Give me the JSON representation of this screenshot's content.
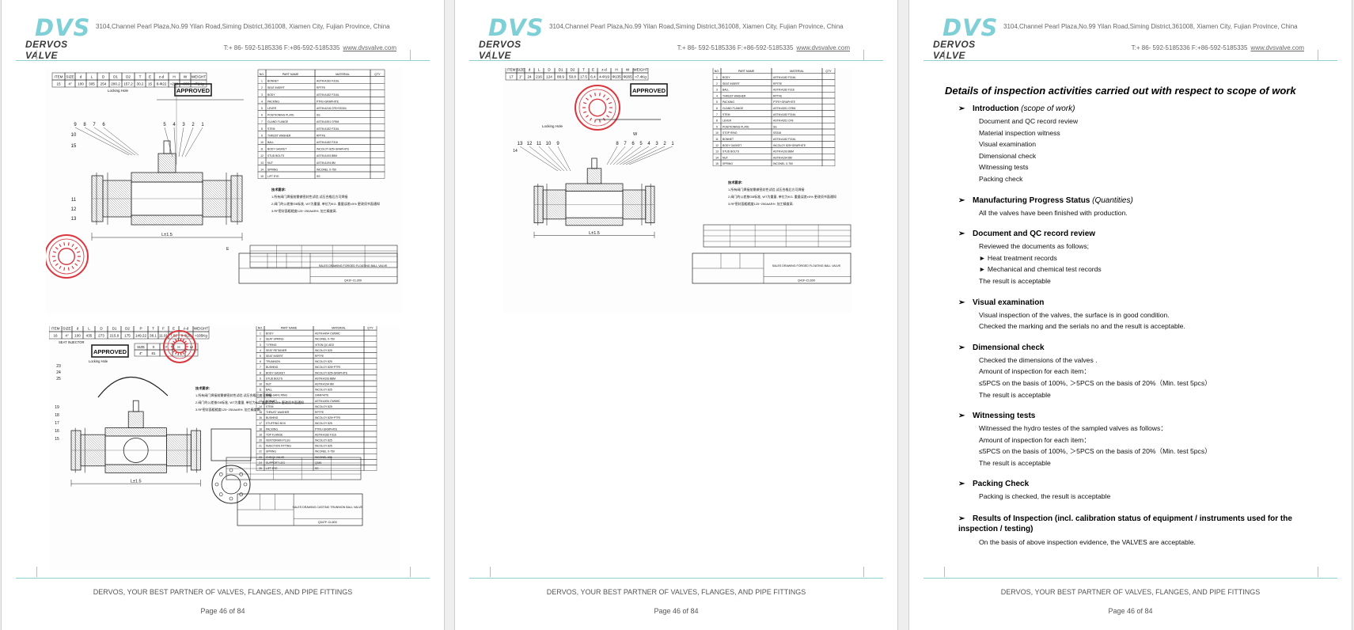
{
  "header": {
    "logo_mark": "DVS",
    "logo_sub": "DERVOS VALVE",
    "address": "3104,Channel Pearl Plaza,No.99 Yilan Road,Siming District,361008, Xiamen City, Fujian Province, China",
    "phone": "T:+ 86- 592-5185336 F:+86-592-5185335",
    "website": "www.dvsvalve.com"
  },
  "footer": {
    "slogan": "DERVOS, YOUR BEST PARTNER OF VALVES, FLANGES, AND PIPE FITTINGS",
    "page_label": "Page 46 of 84"
  },
  "drawings": {
    "approved_stamp": "APPROVED",
    "locking_hole": "Locking Hole",
    "seat_injector": "SEAT INJECTOR",
    "notes_title": "技术要求:",
    "note1": "1.所有阀门焊接前需做密封性试验,试压合格后方可焊接",
    "note2": "2.阀门的公差按GB标准,  WT为重量,  单位为KG. 重量误差±5%  更改须书面通知",
    "note3": "3.RF密封面粗糙度125~250AARH. 加工精度高.",
    "dim_total": "L±1.5",
    "parts_headers": [
      "NO.",
      "PART NAME",
      "MATERIAL",
      "QTY"
    ],
    "drawing1": {
      "dims_headers": [
        "ITEM",
        "SIZE",
        "d",
        "L",
        "D",
        "D1",
        "D2",
        "T",
        "E",
        "z-d",
        "H",
        "W",
        "WEIGHT"
      ],
      "dims_values": [
        "15",
        "4\"",
        "100",
        "305",
        "254",
        "200.2",
        "157.2",
        "30.2",
        "15",
        "8-Φ22",
        "≈220",
        "≈800",
        "≈71Kg"
      ],
      "parts": [
        [
          "1",
          "BONNET",
          "ASTM A182 F316L"
        ],
        [
          "2",
          "SEAT INSERT",
          "RPTFE"
        ],
        [
          "3",
          "BODY",
          "ASTM A182 F316L"
        ],
        [
          "4",
          "PACKING",
          "PTFE+GRAPHITE"
        ],
        [
          "5",
          "LEVER",
          "ASTM A216 CF8+SS304"
        ],
        [
          "6",
          "POSITIONING PLATE",
          "SS"
        ],
        [
          "7",
          "GLAND FLANGE",
          "ASTM A351 CF8M"
        ],
        [
          "8",
          "STEM",
          "ASTM A182 F316L"
        ],
        [
          "9",
          "THRUST WASHER",
          "RPTFE"
        ],
        [
          "10",
          "BALL",
          "ASTM A182 F316"
        ],
        [
          "11",
          "BODY GASKET",
          "INCOLOY 825+GRAPHITE"
        ],
        [
          "12",
          "STUD BOLTS",
          "ASTM A193 B8M"
        ],
        [
          "13",
          "NUT",
          "ASTM A194 8M"
        ],
        [
          "14",
          "SPRING",
          "INCONEL X-750"
        ],
        [
          "15",
          "LIFT EYE",
          "SS"
        ]
      ],
      "title_block": "SALES DRAWING  FORGED FLOATING BALL VALVE",
      "drawing_no": "Q41F-CL300"
    },
    "drawing2": {
      "dims_headers": [
        "ITEM",
        "SIZE",
        "d",
        "L",
        "D",
        "D1",
        "D2",
        "P",
        "T",
        "F",
        "E",
        "z-d",
        "WEIGHT"
      ],
      "dims_values": [
        "16",
        "4\"",
        "100",
        "435",
        "273",
        "215.9",
        "175",
        "149.22",
        "38.1",
        "11.91",
        "7.92",
        "8-Φ26",
        "≈195Kg"
      ],
      "size_headers": [
        "SIZE",
        "X",
        "Y",
        "H",
        "W"
      ],
      "size_values": [
        "4\"",
        "81",
        "",
        "",
        ""
      ],
      "parts": [
        [
          "1",
          "BODY",
          "ASTM A494 CW6MC"
        ],
        [
          "2",
          "SEAT SPRING",
          "INCONEL X-750"
        ],
        [
          "3",
          "\"O\"RING",
          "VITON QC AED"
        ],
        [
          "4",
          "SEAT RETAINER",
          "INCOLOY 825"
        ],
        [
          "5",
          "SEAT INSERT",
          "RPTFE"
        ],
        [
          "6",
          "TRUNNION",
          "INCOLOY 825"
        ],
        [
          "7",
          "BUSHING",
          "INCOLOY 825+PTFE"
        ],
        [
          "8",
          "BODY GASKET",
          "INCOLOY 825+GRAPHITE"
        ],
        [
          "9",
          "STUD BOLTS",
          "ASTM A193 B8M"
        ],
        [
          "10",
          "NUT",
          "ASTM A194 8M"
        ],
        [
          "11",
          "BALL",
          "INCOLOY 825"
        ],
        [
          "12",
          "FIRE-SAFE RING",
          "GRAPHITE"
        ],
        [
          "13",
          "BONNET",
          "ASTM A494 CW6MC"
        ],
        [
          "14",
          "STEM",
          "INCOLOY 825"
        ],
        [
          "15",
          "THRUST WASHER",
          "RPTFE"
        ],
        [
          "16",
          "BUSHING",
          "INCOLOY 825+PTFE"
        ],
        [
          "17",
          "STUFFING BOX",
          "INCOLOY 825"
        ],
        [
          "18",
          "PACKING",
          "PTFE+GRAPHITE"
        ],
        [
          "19",
          "TOP FLANGE",
          "ASTM A182 F316"
        ],
        [
          "20",
          "VENT/DRAIN PLUG",
          "INCOLOY 825"
        ],
        [
          "21",
          "INJECTION FITTING",
          "INCOLOY 825"
        ],
        [
          "22",
          "SPRING",
          "INCONEL X-750"
        ],
        [
          "23",
          "CHECK VALVE",
          "INCONEL 625"
        ],
        [
          "24",
          "SUPPORT LEG",
          "Q345"
        ],
        [
          "25",
          "LIFT EYE",
          "SS"
        ]
      ],
      "title_block": "SALES DRAWING  CASTING TRUNNION BALL VALVE",
      "drawing_no": "Q347F-CL600"
    },
    "drawing3": {
      "dims_headers": [
        "ITEM",
        "SIZE",
        "d",
        "L",
        "D",
        "D1",
        "D2",
        "T",
        "E",
        "z-d",
        "H",
        "W",
        "WEIGHT"
      ],
      "dims_values": [
        "17",
        "1\"",
        "24",
        "216",
        "124",
        "88.9",
        "50.8",
        "17.5",
        "6.4",
        "4-Φ19",
        "Φ135",
        "Φ265",
        "≈7.4Kg"
      ],
      "parts": [
        [
          "1",
          "BODY",
          "ASTM A182 F316L"
        ],
        [
          "2",
          "SEAT INSERT",
          "RPTFE"
        ],
        [
          "3",
          "BALL",
          "ASTM A182 F316"
        ],
        [
          "4",
          "THRUST WASHER",
          "RPTFE"
        ],
        [
          "5",
          "PACKING",
          "PTFE+GRAPHITE"
        ],
        [
          "6",
          "GLAND FLANGE",
          "ASTM A351 CF8M"
        ],
        [
          "7",
          "STEM",
          "ASTM A182 F316L"
        ],
        [
          "8",
          "LEVER",
          "ASTM A351 CF8"
        ],
        [
          "9",
          "POSITIONING PLATE",
          "SS"
        ],
        [
          "10",
          "STOP RING",
          "SS316"
        ],
        [
          "11",
          "BONNET",
          "ASTM A182 F316L"
        ],
        [
          "12",
          "BODY GASKET",
          "INCOLOY 825+GRAPHITE"
        ],
        [
          "13",
          "STUD BOLTS",
          "ASTM A193 B8M"
        ],
        [
          "14",
          "NUT",
          "ASTM A194 8M"
        ],
        [
          "15",
          "SPRING",
          "INCONEL X-750"
        ]
      ],
      "title_block": "SALES DRAWING  FORGED FLOATING BALL VALVE",
      "drawing_no": "Q41F-CL600"
    }
  },
  "inspection": {
    "title": "Details of inspection activities carried out with respect to scope of work",
    "bullet": "➢",
    "sections": [
      {
        "heading": "Introduction",
        "qualifier": "(scope of work)",
        "lines": [
          "Document and QC record review",
          "Material inspection witness",
          "Visual examination",
          "Dimensional check",
          "Witnessing tests",
          "Packing check"
        ]
      },
      {
        "heading": "Manufacturing Progress Status",
        "qualifier": "(Quantities)",
        "lines": [
          "All the valves have been finished with production."
        ]
      },
      {
        "heading": "Document and QC record review",
        "qualifier": "",
        "lines": [
          "Reviewed the documents as follows;",
          "► Heat treatment records",
          "► Mechanical and chemical test records",
          "The result is acceptable"
        ]
      },
      {
        "heading": "Visual examination",
        "qualifier": "",
        "lines": [
          "Visual inspection of the valves, the surface is in good condition.",
          "Checked the marking and the serials no and the result is acceptable."
        ]
      },
      {
        "heading": "Dimensional check",
        "qualifier": "",
        "lines": [
          "Checked the dimensions of the valves .",
          "Amount of inspection for each item：",
          "≤5PCS on the basis of 100%,    ＞5PCS on the basis of 20%（Min. test 5pcs）",
          "The result is acceptable"
        ]
      },
      {
        "heading": "Witnessing tests",
        "qualifier": "",
        "lines": [
          "Witnessed the hydro testes of the sampled valves as follows：",
          "Amount of inspection for each item：",
          "≤5PCS on the basis of 100%,    ＞5PCS on the basis of 20%（Min. test 5pcs）",
          "The result is acceptable"
        ]
      },
      {
        "heading": "Packing Check",
        "qualifier": "",
        "lines": [
          "Packing is checked, the result is acceptable"
        ]
      },
      {
        "heading": "Results of Inspection (incl. calibration status of equipment / instruments used for the inspection / testing)",
        "qualifier": "",
        "lines": [
          "On the basis of above inspection evidence, the VALVES are acceptable."
        ]
      }
    ]
  },
  "colors": {
    "logo": "#7fd0d6",
    "rule": "#8fcfd6",
    "stamp": "#d9363e",
    "page_bg": "#ffffff",
    "viewer_bg": "#eeeeee"
  }
}
